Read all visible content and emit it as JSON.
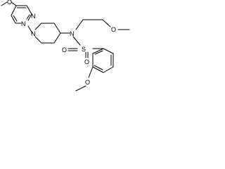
{
  "molecule": {
    "atoms": {
      "o_top_left": "O",
      "n_pyrimidine_upper": "N",
      "n_pyrimidine_lower": "N",
      "n_piperidine": "N",
      "n_sulfonamide": "N",
      "o_methoxyethyl": "O",
      "s_sulfonyl": "S",
      "o_sulfonyl_left": "O",
      "o_sulfonyl_right": "O",
      "o_bottom_left": "O"
    }
  }
}
